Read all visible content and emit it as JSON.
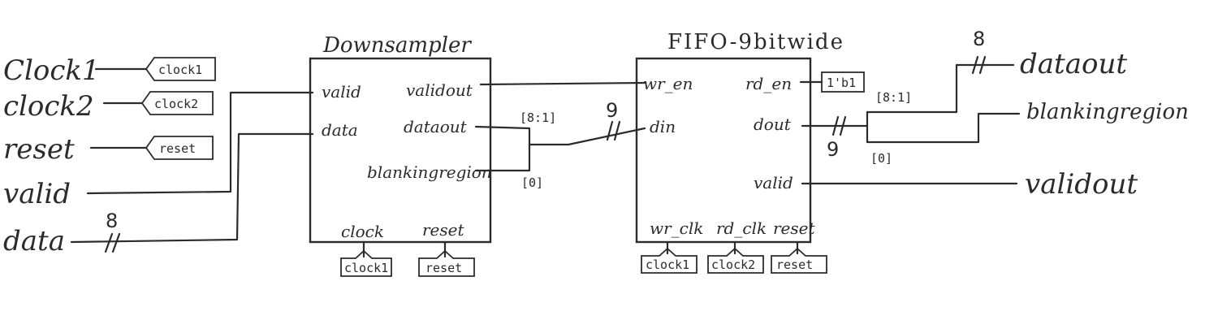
{
  "inputs": {
    "clock1": "Clock1",
    "clock2": "clock2",
    "reset": "reset",
    "valid": "valid",
    "data": "data",
    "data_width": "8"
  },
  "tags": {
    "clock1": "clock1",
    "clock2": "clock2",
    "reset": "reset",
    "rd_en_const": "1'b1"
  },
  "downsampler": {
    "title": "Downsampler",
    "in_valid": "valid",
    "in_data": "data",
    "out_validout": "validout",
    "out_dataout": "dataout",
    "out_blanking": "blankingregion",
    "clock": "clock",
    "reset": "reset"
  },
  "fifo": {
    "title": "FIFO-9bitwide",
    "wr_en": "wr_en",
    "din": "din",
    "rd_en": "rd_en",
    "dout": "dout",
    "valid": "valid",
    "wr_clk": "wr_clk",
    "rd_clk": "rd_clk",
    "reset": "reset"
  },
  "buses": {
    "slice_hi": "[8:1]",
    "slice_lo": "[0]",
    "din_width": "9",
    "dout_width": "9",
    "out_slice_hi": "[8:1]",
    "out_slice_lo": "[0]",
    "dataout_width": "8"
  },
  "outputs": {
    "dataout": "dataout",
    "blankingregion": "blankingregion",
    "validout": "validout"
  }
}
